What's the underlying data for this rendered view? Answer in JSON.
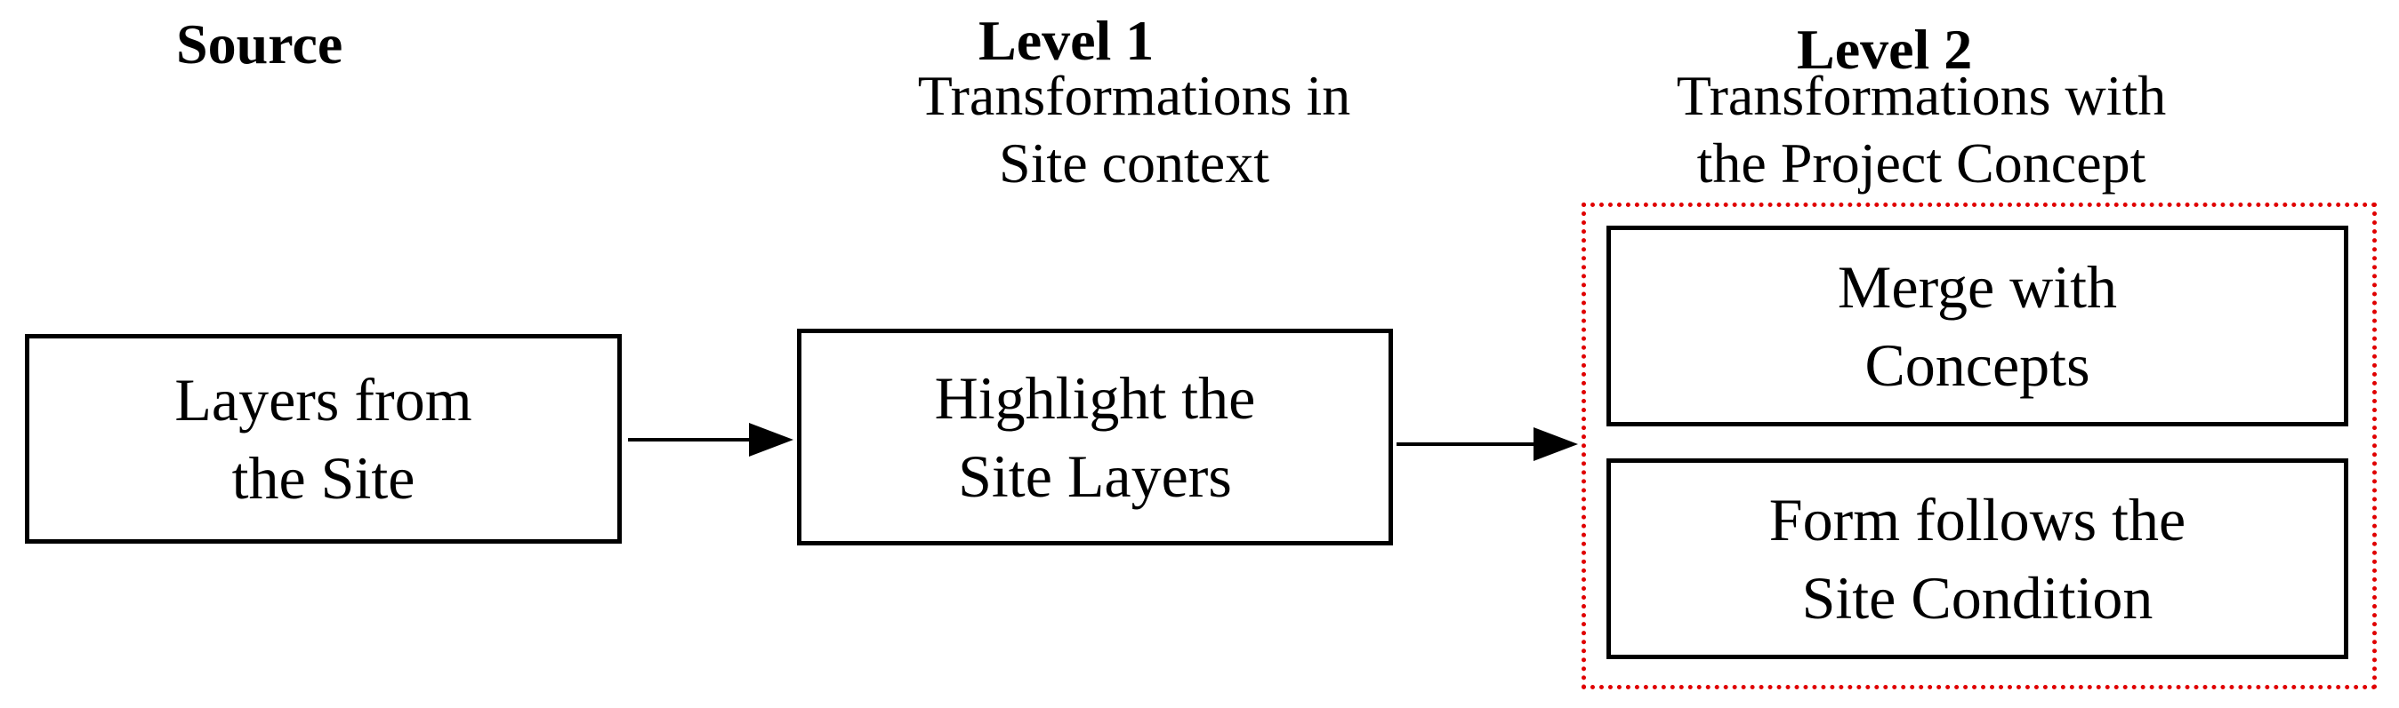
{
  "columns": {
    "source": {
      "heading": "Source"
    },
    "level1": {
      "heading": "Level 1",
      "subheading_lines": [
        "Transformations in",
        "Site context"
      ]
    },
    "level2": {
      "heading": "Level 2",
      "subheading_lines": [
        "Transformations with",
        "the Project Concept"
      ]
    }
  },
  "boxes": {
    "source_box": {
      "lines": [
        "Layers from",
        "the Site"
      ]
    },
    "level1_box": {
      "lines": [
        "Highlight the",
        "Site Layers"
      ]
    },
    "level2_top_box": {
      "lines": [
        "Merge with",
        "Concepts"
      ]
    },
    "level2_bottom_box": {
      "lines": [
        "Form follows the",
        "Site Condition"
      ]
    }
  },
  "colors": {
    "stroke": "#000000",
    "group_frame": "#e00000",
    "background": "#ffffff"
  }
}
